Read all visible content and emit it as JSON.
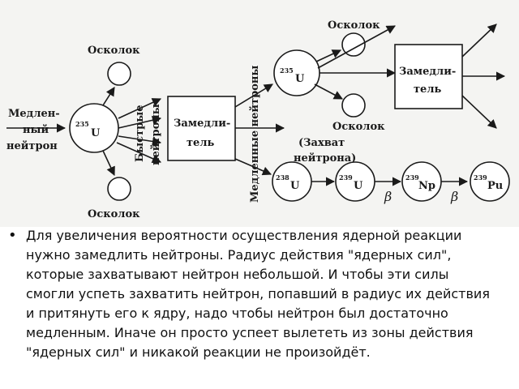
{
  "diagram": {
    "fragment": "Осколок",
    "slow_neutron_incoming_1": "Медлен-",
    "slow_neutron_incoming_2": "ный",
    "slow_neutron_incoming_3": "нейтрон",
    "fast_neutrons_1": "Быстрые",
    "fast_neutrons_2": "нейтроны",
    "moderator_1": "Замедли-",
    "moderator_2": "тель",
    "slow_neutrons_label": "Медленные нейтроны",
    "capture_1": "(Захват",
    "capture_2": "нейтрона)",
    "beta": "β",
    "nuclides": {
      "u235_mass": "235",
      "u235_sym": "U",
      "u238_mass": "238",
      "u238_sym": "U",
      "u239_mass": "239",
      "u239_sym": "U",
      "np239_mass": "239",
      "np239_sym": "Np",
      "pu239_mass": "239",
      "pu239_sym": "Pu"
    }
  },
  "bullet_text": "Для увеличения вероятности осуществления ядерной реакции нужно замедлить нейтроны. Радиус действия \"ядерных сил\", которые захватывают нейтрон небольшой. И чтобы эти силы смогли успеть захватить нейтрон, попавший в радиус их действия и притянуть его к ядру, надо чтобы нейтрон был достаточно медленным. Иначе он просто успеет вылететь из зоны действия \"ядерных сил\" и никакой реакции не произойдёт."
}
